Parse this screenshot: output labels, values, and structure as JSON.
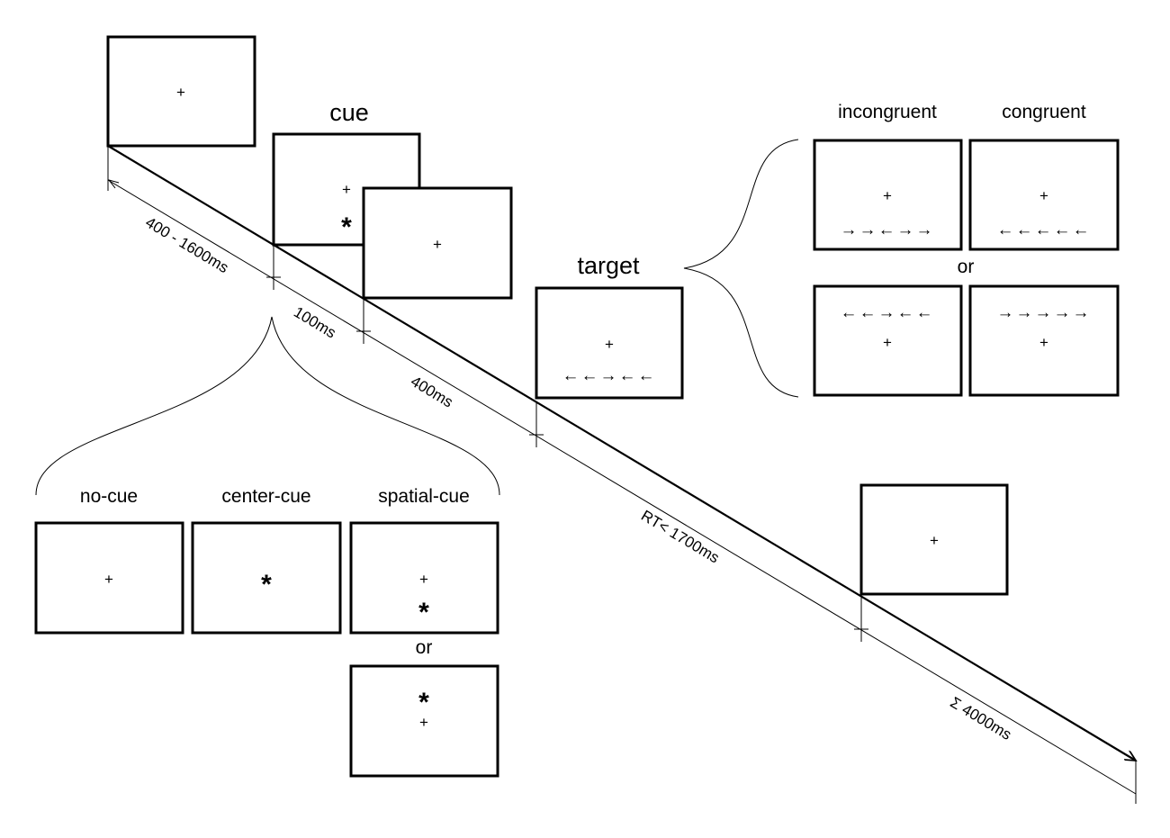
{
  "fixation_symbol": "+",
  "cue_symbol": "*",
  "labels": {
    "cue": "cue",
    "target": "target",
    "incongruent": "incongruent",
    "congruent": "congruent",
    "or": "or",
    "no_cue": "no-cue",
    "center_cue": "center-cue",
    "spatial_cue": "spatial-cue"
  },
  "durations": {
    "fixation": "400 - 1600ms",
    "cue": "100ms",
    "interval": "400ms",
    "response": "RT< 1700ms",
    "total": "Σ 4000ms"
  },
  "flankers": {
    "target_example": "←←→←←",
    "incongruent_a": "→→←→→",
    "congruent_a": "←←←←←",
    "incongruent_b": "←←→←←",
    "congruent_b": "→→→→→"
  }
}
